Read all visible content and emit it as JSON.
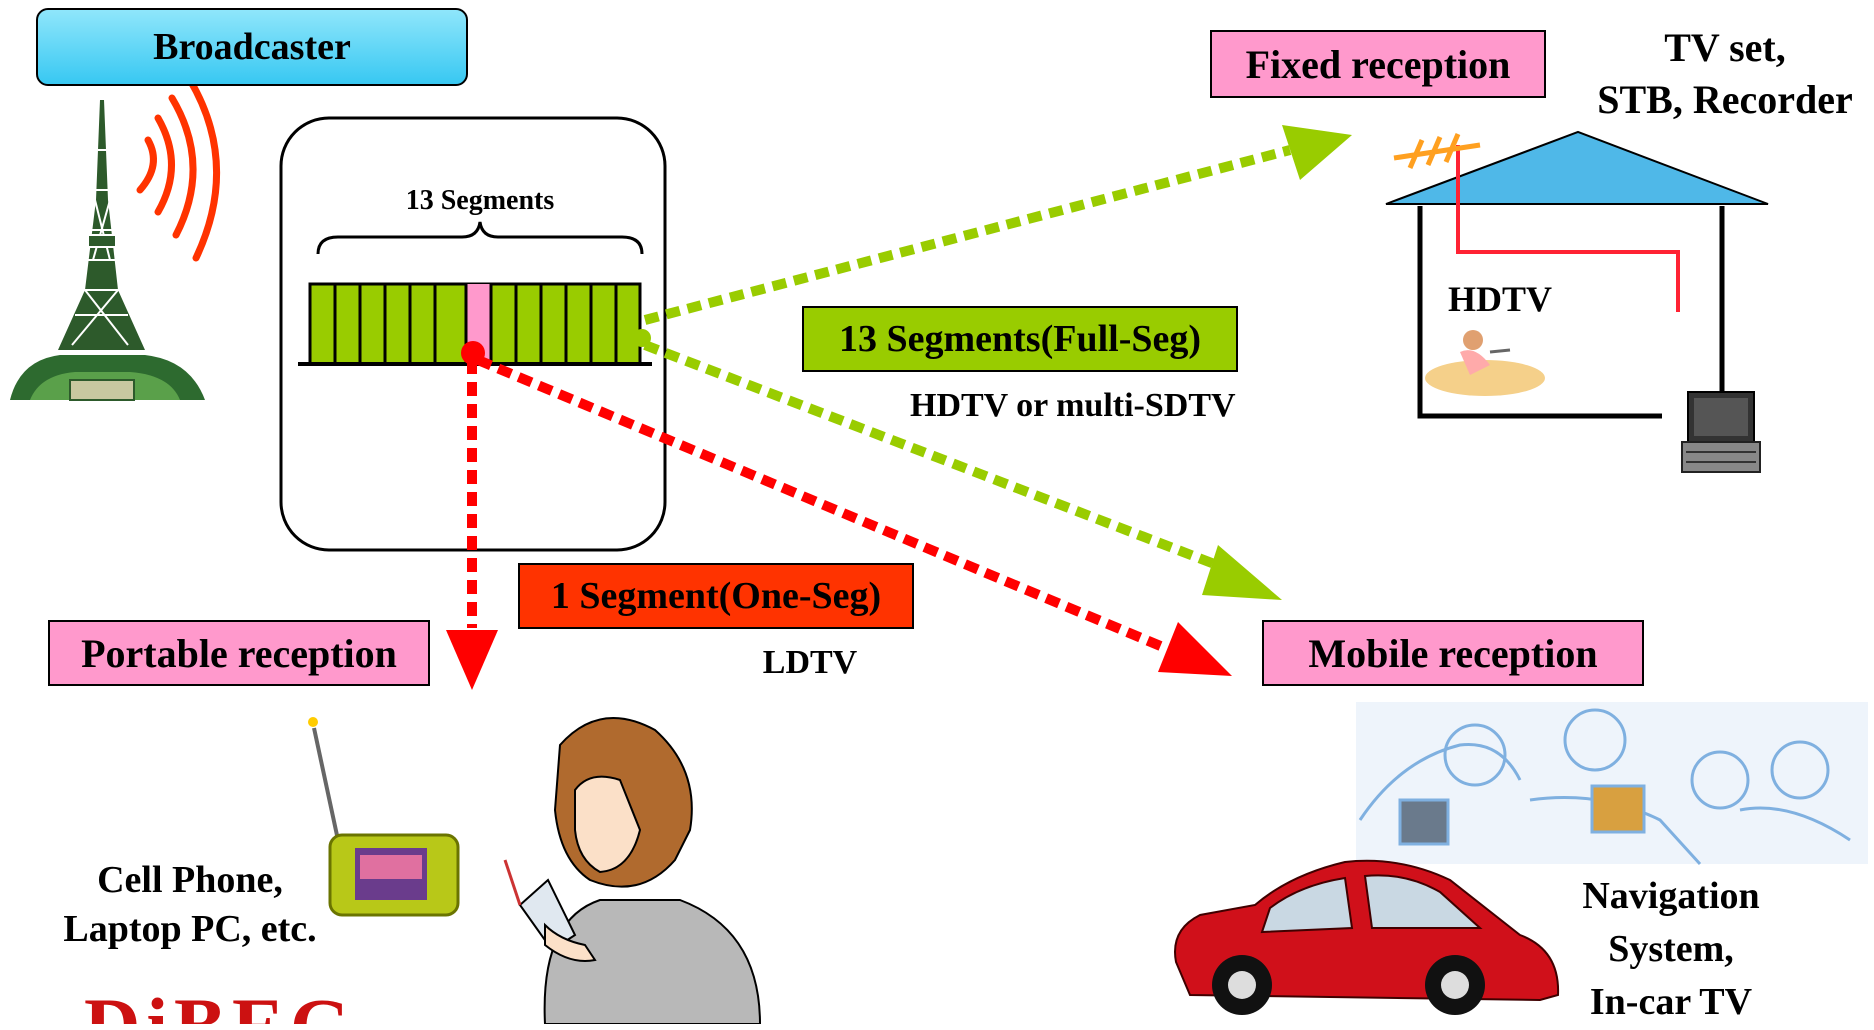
{
  "broadcaster": {
    "label": "Broadcaster"
  },
  "segments_box": {
    "title": "13 Segments"
  },
  "fixed": {
    "label": "Fixed reception",
    "devices_line1": "TV set,",
    "devices_line2": "STB, Recorder",
    "screen_label": "HDTV"
  },
  "full_seg": {
    "label": "13 Segments(Full-Seg)",
    "sub": "HDTV or multi-SDTV"
  },
  "one_seg": {
    "label": "1 Segment(One-Seg)",
    "sub": "LDTV"
  },
  "portable": {
    "label": "Portable reception",
    "devices_line1": "Cell Phone,",
    "devices_line2": "Laptop PC, etc."
  },
  "mobile": {
    "label": "Mobile reception",
    "devices_line1": "Navigation",
    "devices_line2": "System,",
    "devices_line3": "In-car TV"
  },
  "logo": {
    "text": "DiBEG"
  },
  "colors": {
    "broadcaster_bg": "#4fd2f5",
    "segment_green": "#99cc00",
    "one_seg_pink": "#ff99cc",
    "label_pink": "#ff99cc",
    "one_seg_red": "#ff3300",
    "arrow_green": "#99cc00",
    "arrow_red": "#ff0000",
    "house_roof": "#4fb8e8",
    "car_red": "#d0101a"
  }
}
